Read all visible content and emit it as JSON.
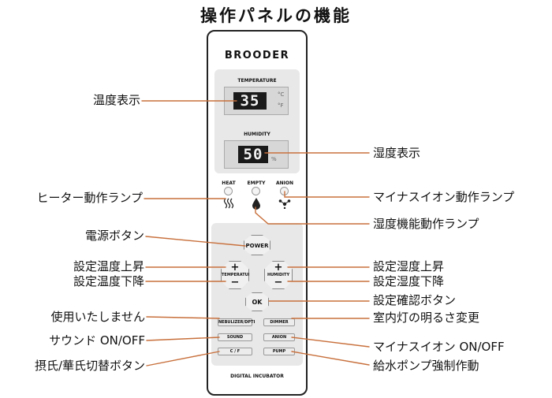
{
  "title": "操作パネルの機能",
  "brand": "BROODER",
  "footer": "DIGITAL INCUBATOR",
  "display": {
    "temperature_label": "TEMPERATURE",
    "temperature_value": "35",
    "unit_c": "°C",
    "unit_f": "°F",
    "humidity_label": "HUMIDITY",
    "humidity_value": "50",
    "unit_pct": "%"
  },
  "lamps": {
    "heat": "HEAT",
    "empty": "EMPTY",
    "anion": "ANION"
  },
  "buttons": {
    "power": "POWER",
    "temp_up_sign": "+",
    "temp_down_sign": "−",
    "temp_label": "TEMPERATURE",
    "hum_up_sign": "+",
    "hum_down_sign": "−",
    "hum_label": "HUMIDITY",
    "ok": "OK",
    "nebulizer": "NEBULIZER/DPTI",
    "dimmer": "DIMMER",
    "sound": "SOUND",
    "anion": "ANION",
    "cf": "C / F",
    "pump": "PUMP"
  },
  "callouts": {
    "temp_display": "温度表示",
    "humidity_display": "湿度表示",
    "heater_lamp": "ヒーター動作ランプ",
    "anion_lamp": "マイナスイオン動作ランプ",
    "humidifier_lamp": "湿度機能動作ランプ",
    "power_button": "電源ボタン",
    "temp_up": "設定温度上昇",
    "temp_down": "設定温度下降",
    "hum_up": "設定湿度上昇",
    "hum_down": "設定湿度下降",
    "confirm": "設定確認ボタン",
    "unused": "使用いたしません",
    "dimmer": "室内灯の明るさ変更",
    "sound": "サウンド ON/OFF",
    "anion_onoff": "マイナスイオン ON/OFF",
    "cf_switch": "摂氏/華氏切替ボタン",
    "pump": "給水ポンプ強制作動"
  },
  "colors": {
    "leader_line": "#c8703c"
  }
}
